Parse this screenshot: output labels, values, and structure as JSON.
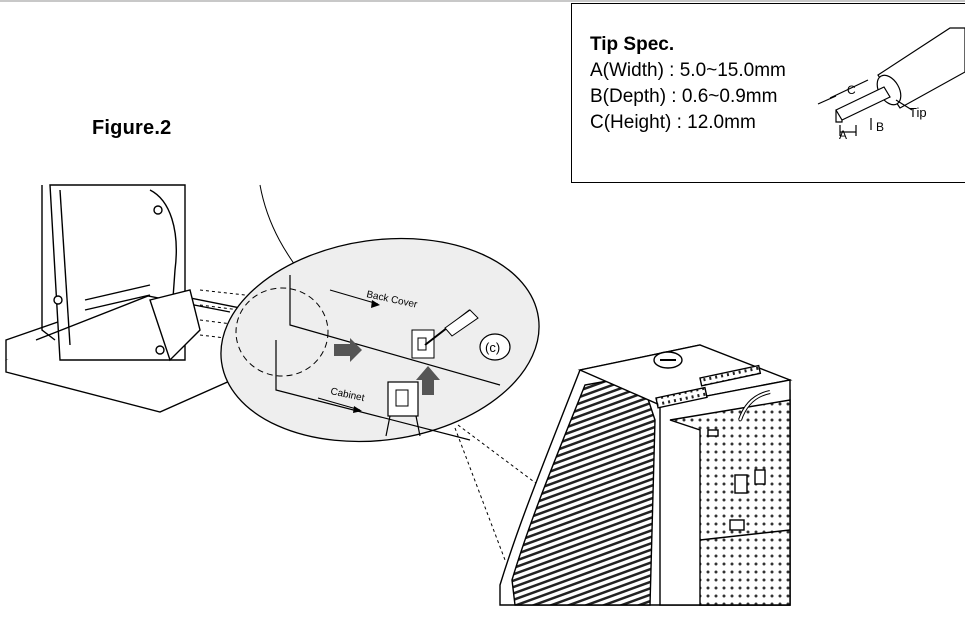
{
  "figure": {
    "title": "Figure.2"
  },
  "tip_spec": {
    "title": "Tip Spec.",
    "lines": [
      "A(Width) : 5.0~15.0mm",
      "B(Depth) : 0.6~0.9mm",
      "C(Height) : 12.0mm"
    ],
    "labels": {
      "a": "A",
      "b": "B",
      "c": "C",
      "tip": "Tip"
    }
  },
  "detail": {
    "back_cover": "Back Cover",
    "cabinet": "Cabinet",
    "callout": "(c)"
  }
}
